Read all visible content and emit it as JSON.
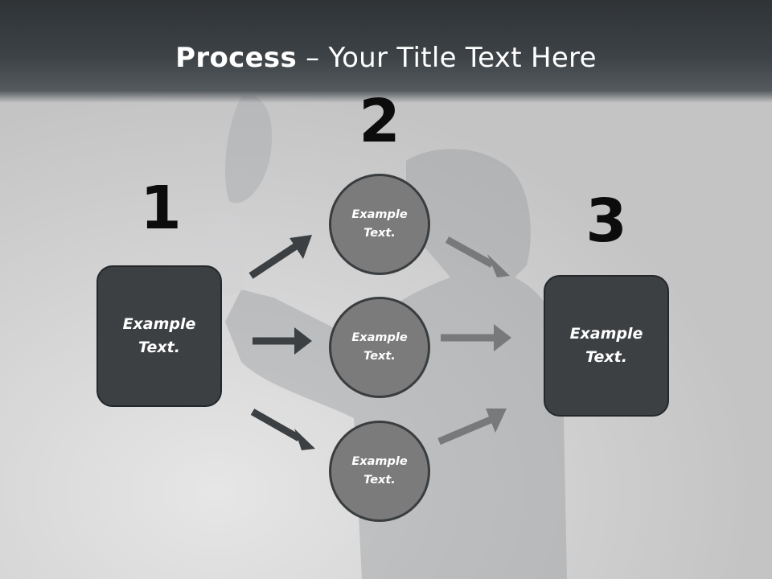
{
  "slide": {
    "title_bold": "Process",
    "title_rest": " – Your Title Text Here"
  },
  "steps": {
    "n1": "1",
    "n2": "2",
    "n3": "3"
  },
  "left_box": {
    "text": "Example\nText."
  },
  "right_box": {
    "text": "Example\nText."
  },
  "circles": [
    {
      "text": "Example\nText."
    },
    {
      "text": "Example\nText."
    },
    {
      "text": "Example\nText."
    }
  ],
  "colors": {
    "dark_box": "#3c4043",
    "circle_fill": "#7b7b7c",
    "arrow_dark": "#3c4043",
    "arrow_light": "#78797a"
  }
}
